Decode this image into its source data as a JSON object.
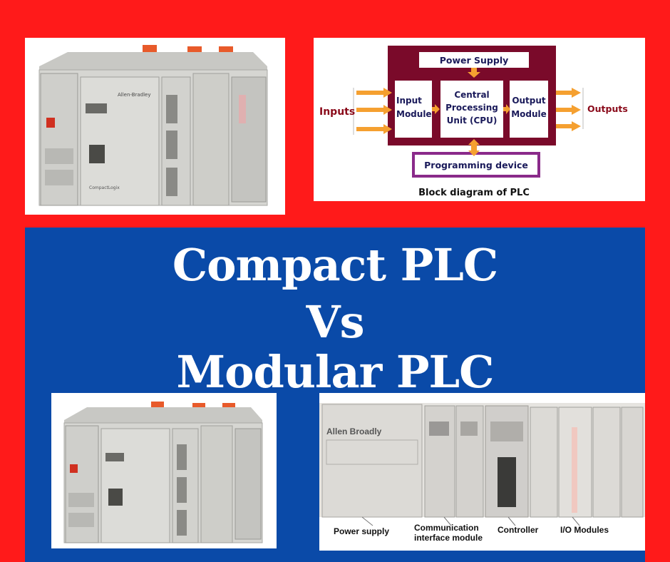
{
  "diagram": {
    "power_supply": "Power Supply",
    "input_module": [
      "Input",
      "Module"
    ],
    "cpu": [
      "Central",
      "Processing",
      "Unit (CPU)"
    ],
    "output_module": [
      "Output",
      "Module"
    ],
    "inputs_label": "Inputs",
    "outputs_label": "Outputs",
    "programming_device": "Programming device",
    "caption": "Block diagram of PLC",
    "colors": {
      "frame": "#7a0a2a",
      "prog_border": "#8a2a8a",
      "arrow": "#f5a030",
      "label_red": "#8a0a1a"
    }
  },
  "title": {
    "line1": "Compact PLC",
    "line2": "Vs",
    "line3": "Modular PLC"
  },
  "compact_photo": {
    "brand": "Allen-Bradley",
    "model": "CompactLogix"
  },
  "modular_photo": {
    "brand": "Allen Broadly",
    "labels": [
      "Power supply",
      "Communication",
      "interface module",
      "Controller",
      "I/O Modules"
    ]
  },
  "colors": {
    "background": "#ff1a1a",
    "blue_panel": "#0a4aa8",
    "title_text": "#ffffff"
  }
}
